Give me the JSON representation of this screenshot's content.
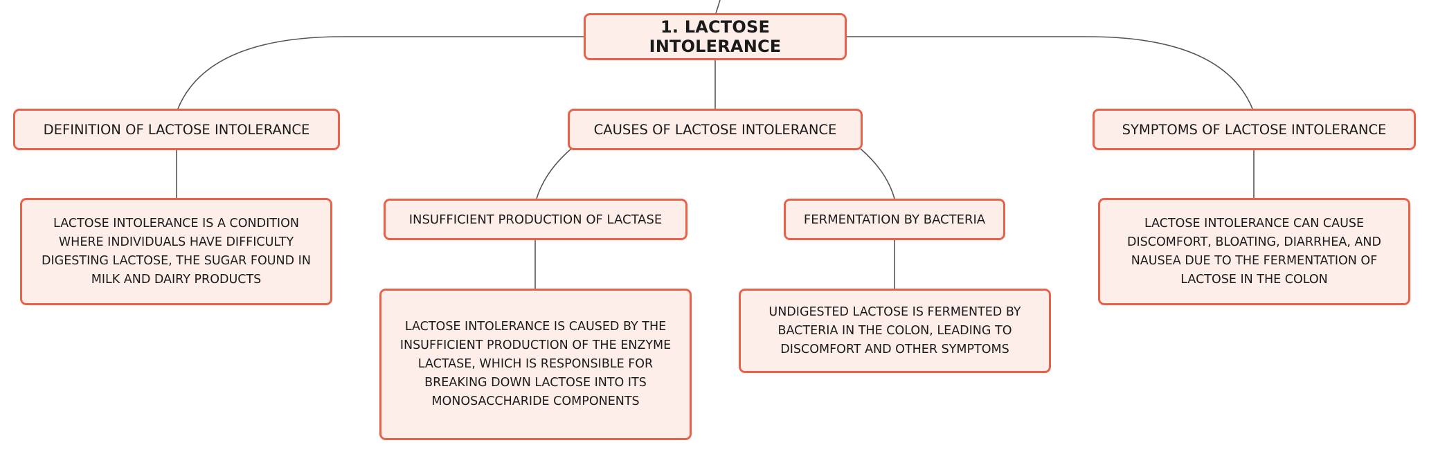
{
  "colors": {
    "node_fill": "#fdeeea",
    "node_border": "#e8624a",
    "connector": "#555555",
    "text": "#1a1a1a"
  },
  "root": {
    "label": "1. LACTOSE INTOLERANCE"
  },
  "branches": {
    "definition": {
      "label": "DEFINITION OF LACTOSE INTOLERANCE",
      "detail": "LACTOSE INTOLERANCE IS A CONDITION WHERE INDIVIDUALS HAVE DIFFICULTY DIGESTING LACTOSE, THE SUGAR FOUND IN MILK AND DAIRY PRODUCTS"
    },
    "causes": {
      "label": "CAUSES OF LACTOSE INTOLERANCE",
      "insufficient": {
        "label": "INSUFFICIENT PRODUCTION OF LACTASE",
        "detail": "LACTOSE INTOLERANCE IS CAUSED BY THE INSUFFICIENT PRODUCTION OF THE ENZYME LACTASE, WHICH IS RESPONSIBLE FOR BREAKING DOWN LACTOSE INTO ITS MONOSACCHARIDE COMPONENTS"
      },
      "fermentation": {
        "label": "FERMENTATION BY BACTERIA",
        "detail": "UNDIGESTED LACTOSE IS FERMENTED BY BACTERIA IN THE COLON, LEADING TO DISCOMFORT AND OTHER SYMPTOMS"
      }
    },
    "symptoms": {
      "label": "SYMPTOMS OF LACTOSE INTOLERANCE",
      "detail": "LACTOSE INTOLERANCE CAN CAUSE DISCOMFORT, BLOATING, DIARRHEA, AND NAUSEA DUE TO THE FERMENTATION OF LACTOSE IN THE COLON"
    }
  }
}
